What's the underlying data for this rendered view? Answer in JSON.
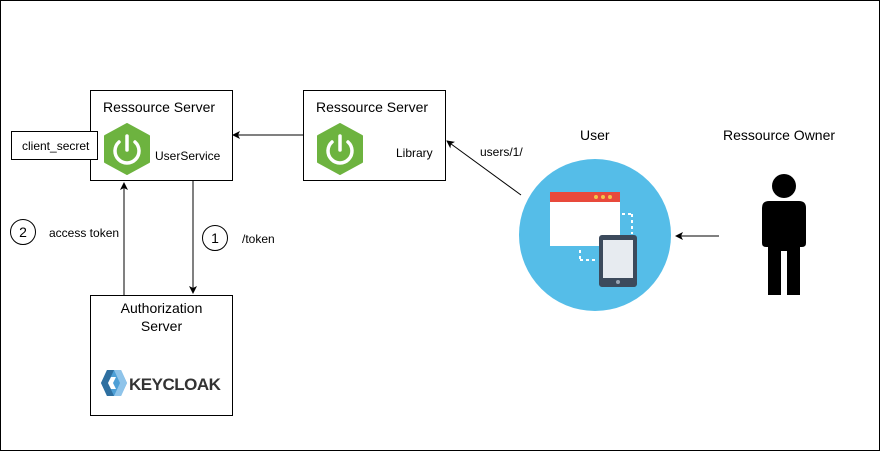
{
  "resource_server_userservice": {
    "title": "Ressource Server",
    "service": "UserService"
  },
  "resource_server_library": {
    "title": "Ressource Server",
    "service": "Library"
  },
  "client_secret": "client_secret",
  "authorization_server": {
    "title_line1": "Authorization",
    "title_line2": "Server",
    "logo_text": "KEYCLOAK"
  },
  "edges": {
    "token": {
      "step": "1",
      "label": "/token"
    },
    "access_token": {
      "step": "2",
      "label": "access token"
    },
    "users_request": {
      "label": "users/1/"
    }
  },
  "user_label": "User",
  "owner_label": "Ressource Owner",
  "icons": [
    "spring-boot-power-icon",
    "keycloak-logo",
    "user-device-icon",
    "person-icon"
  ],
  "colors": {
    "spring_green": "#6db33f",
    "user_circle": "#55bde8",
    "browser_accent": "#e8493b",
    "tablet": "#3c4a5c",
    "keycloak_blue": "#4d9fd6"
  }
}
